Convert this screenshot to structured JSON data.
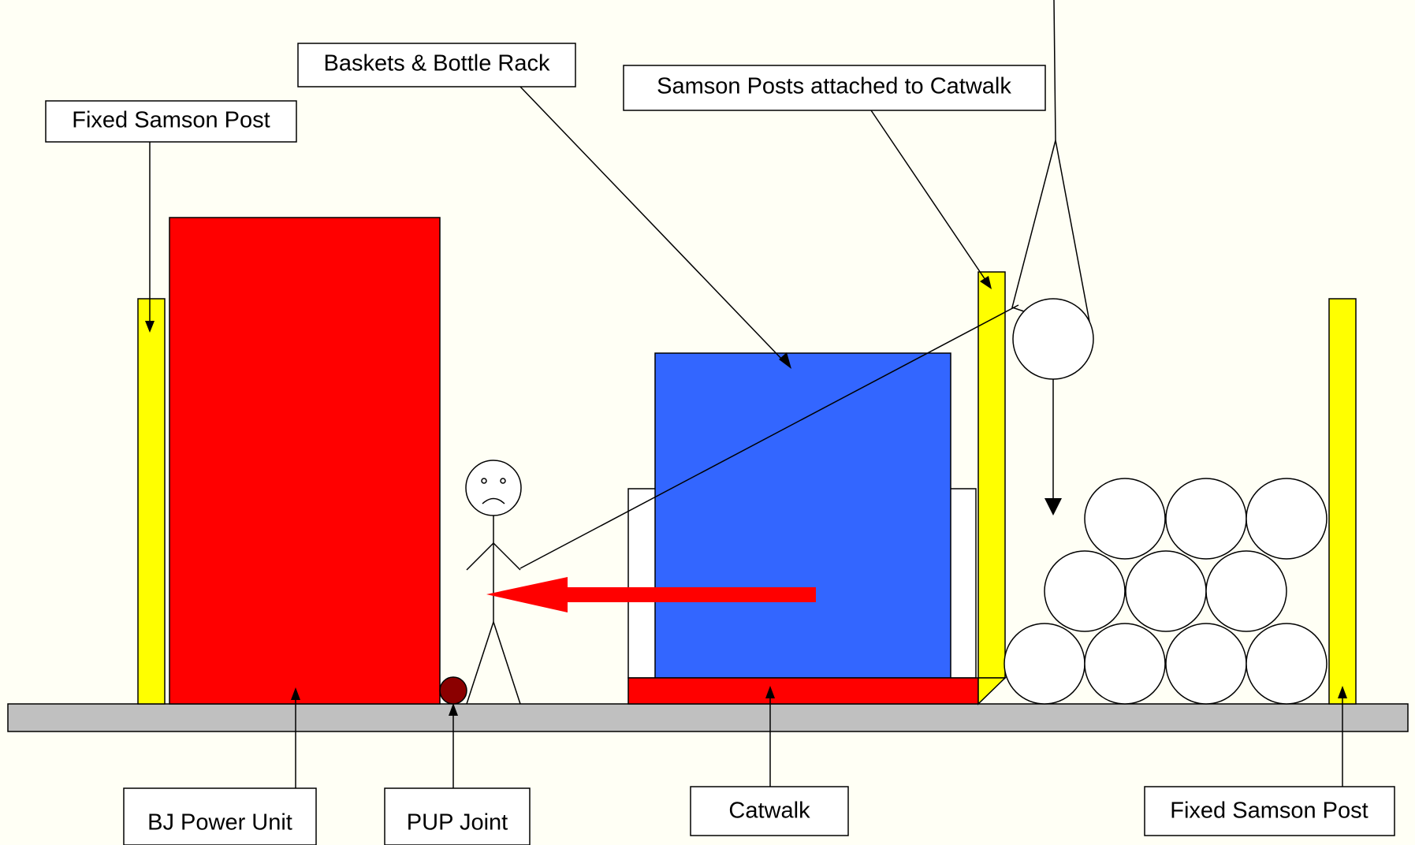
{
  "labels": {
    "fixed_post_left": "Fixed Samson Post",
    "baskets": "Baskets & Bottle Rack",
    "samson_catwalk": "Samson Posts attached to Catwalk",
    "bj_power_unit": "BJ Power Unit",
    "pup_joint": "PUP Joint",
    "catwalk": "Catwalk",
    "fixed_post_right": "Fixed Samson Post"
  },
  "colors": {
    "background": "#fffff5",
    "ground": "#c0c0c0",
    "power_unit": "#ff0000",
    "samson_post": "#ffff00",
    "baskets": "#3366ff",
    "catwalk": "#ff0000",
    "pup_joint": "#8b0000",
    "arrow": "#ff0000"
  }
}
